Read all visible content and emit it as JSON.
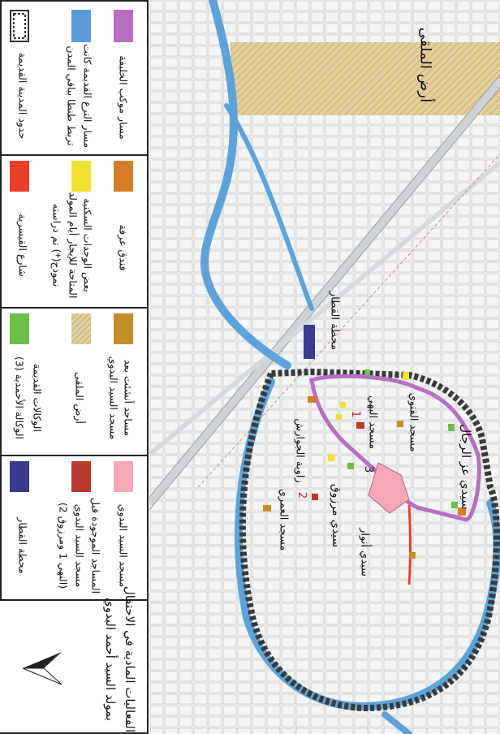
{
  "legend": {
    "title_line1": "الفعاليات المادية في الاحتفال",
    "title_line2": "بمولد السيد أحمد البدوي",
    "north_icon": "north-arrow",
    "items": [
      {
        "color": "#b86fc0",
        "line1": "مسار موكب الخليفة",
        "line2": ""
      },
      {
        "color": "#d57c2a",
        "line1": "فندق عرفة",
        "line2": ""
      },
      {
        "color": "#c58d2a",
        "line1": "مساجد أنشئت بعد",
        "line2": "مسجد السيد البدوي"
      },
      {
        "color": "#f4a7b9",
        "line1": "مسجد السيد البدوي",
        "line2": ""
      },
      {
        "color": "#5b9bd5",
        "line1": "مسار الترع القديمة كانت",
        "line2": "تربط طنطا بباقي المدن"
      },
      {
        "color": "#f2a33a",
        "line1": "بعض الوحدات السكنية",
        "line2": "المتاحة للإيجار أيام المولد"
      },
      {
        "color": "#d9c08c",
        "line1": "أرض الملقى",
        "line2": ""
      },
      {
        "color": "#b83a2c",
        "line1": "المساجد الموجودة قبل",
        "line2": "مسجد السيد البدوي"
      },
      {
        "color": "#333",
        "line1": "حدود المدينة القديمة",
        "line2": ""
      },
      {
        "color": "#f0e030",
        "line1": "نموذج(*) تم دراسته",
        "line2": ""
      },
      {
        "color": "#6bbf4a",
        "line1": "الوكالات القديمة",
        "line2": "الوكالة الأحمدية (3)"
      },
      {
        "color": "#3a3a8e",
        "line1": "محطة القطار",
        "line2": ""
      },
      {
        "color": "#e8402b",
        "line1": "شارع القيسرية",
        "line2": ""
      },
      {
        "color": "#3a3a8e",
        "line1": "(النهي 1 ومرزوق 2)",
        "line2": ""
      }
    ]
  },
  "map": {
    "labels": {
      "mulqa_land": "أرض الملقى",
      "station": "محطة القطار",
      "mosque_bahi": "مسجد البهي",
      "mosque_qinawi": "مسجد القنوي",
      "sidi_izz": "سيدي عز الرجال",
      "zawiya_jawarish": "زاوية الجوارش",
      "sidi_marzouq": "سيدي مرزوق",
      "mosque_omari": "مسجد العمري",
      "sidi_anwar": "سيدي أنوار",
      "num_1": "1",
      "num_2": "2",
      "num_3": "3"
    }
  }
}
